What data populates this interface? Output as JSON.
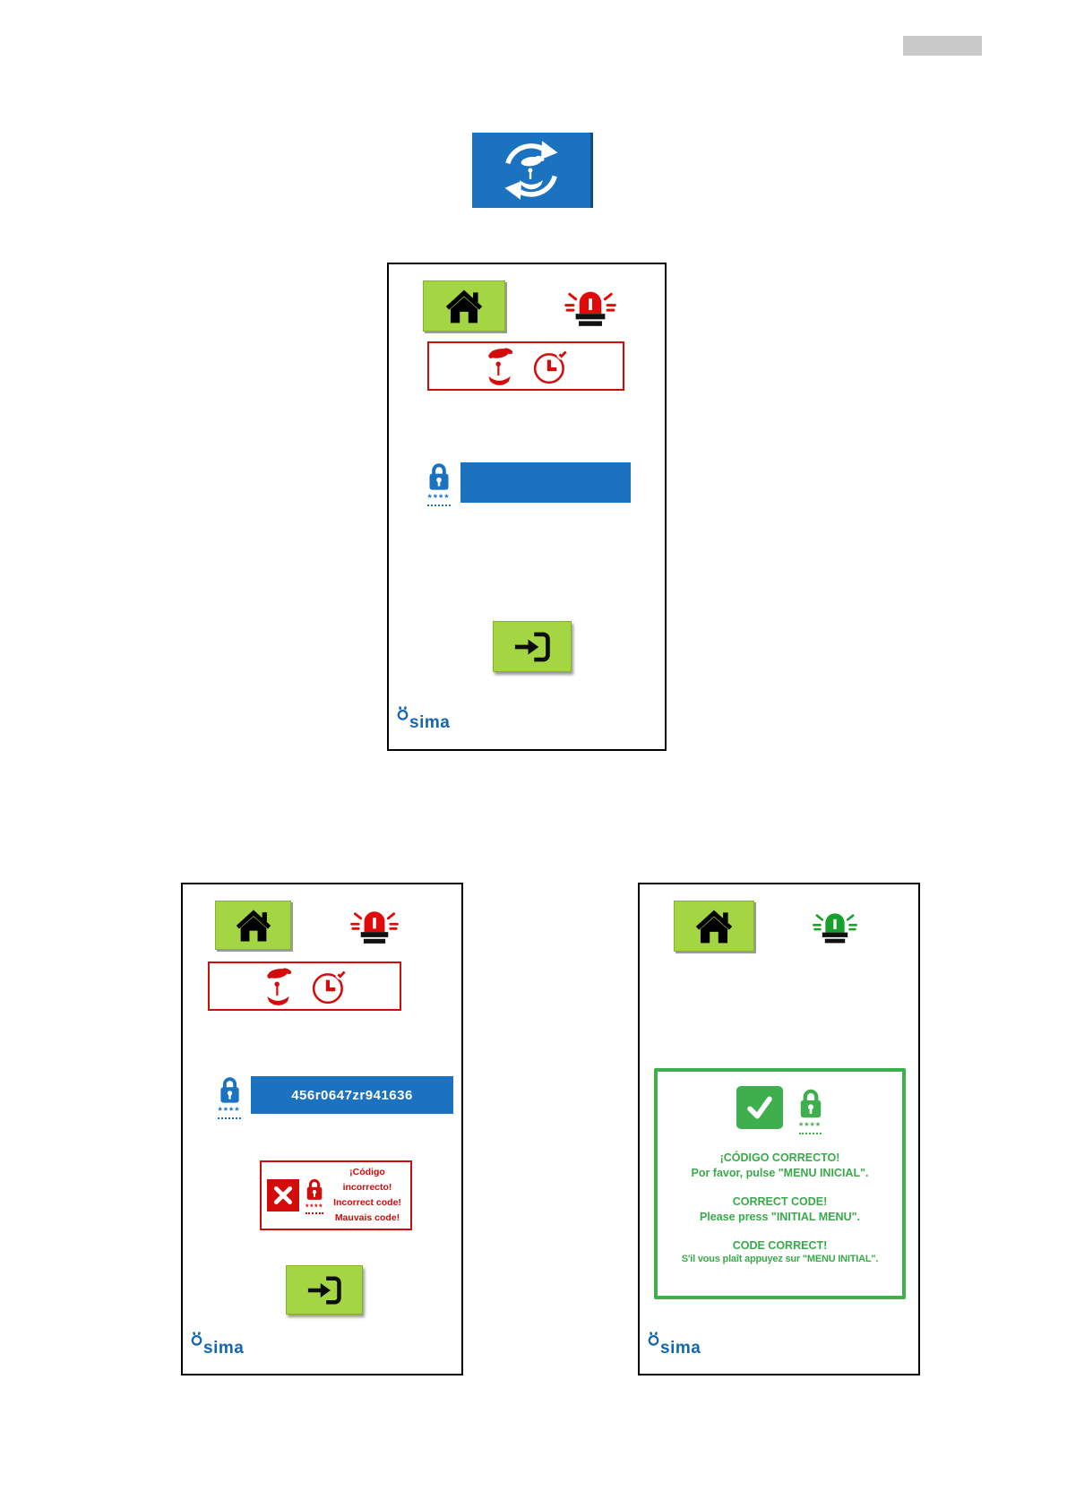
{
  "colors": {
    "blue": "#1b72c0",
    "lime": "#a4d643",
    "red": "#cf0b0b",
    "green": "#3fae4c",
    "logo_blue": "#1566b0",
    "redaction_gray": "#c9c9c9"
  },
  "icons": {
    "top_figure": "rotate-hands-tool-icon",
    "home": "home-icon",
    "alarm_red": "siren-red-icon",
    "alarm_green": "siren-green-icon",
    "maintenance": "hand-tool-icon",
    "timer": "clock-check-icon",
    "lock": "padlock-icon",
    "enter": "enter-arrow-icon",
    "error": "x-cross-icon",
    "success": "check-mark-icon",
    "logo_mark": "sima-gear-icon"
  },
  "screens": {
    "code_entry": {
      "password_mask": "****",
      "code_field_value": "",
      "logo_text": "sima"
    },
    "code_incorrect": {
      "password_mask": "****",
      "code_field_value": "456r0647zr941636",
      "error_mask": "****",
      "error_lines": [
        "¡Código incorrecto!",
        "Incorrect code!",
        "Mauvais code!"
      ],
      "logo_text": "sima"
    },
    "code_correct": {
      "password_mask": "****",
      "message_lines": [
        "¡CÓDIGO CORRECTO!",
        "Por favor, pulse \"MENU INICIAL\".",
        "CORRECT CODE!",
        "Please press \"INITIAL MENU\".",
        "CODE CORRECT!",
        "S'il vous plaît appuyez sur \"MENU INITIAL\"."
      ],
      "logo_text": "sima"
    }
  }
}
